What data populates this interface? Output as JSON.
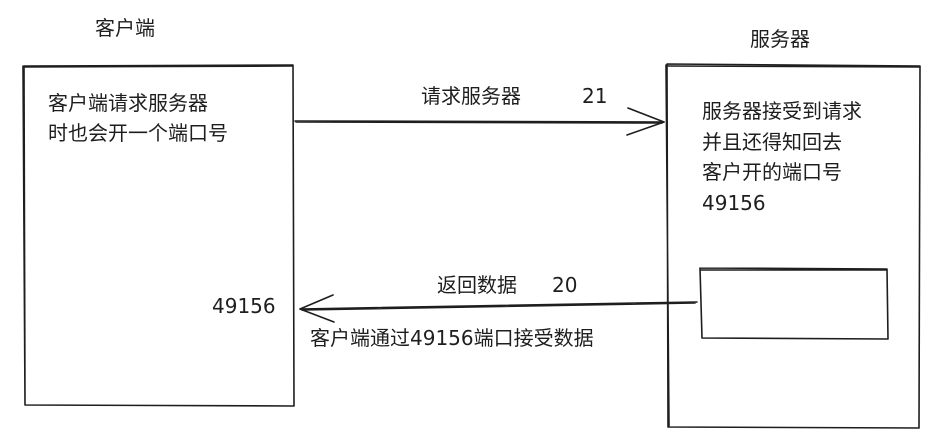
{
  "client": {
    "title": "客户端",
    "description_lines": [
      "客户端请求服务器",
      "时也会开一个端口号"
    ],
    "port_label": "49156"
  },
  "server": {
    "title": "服务器",
    "description_lines": [
      "服务器接受到请求",
      "并且还得知回去",
      "客户开的端口号",
      "49156"
    ]
  },
  "request_arrow": {
    "label": "请求服务器",
    "port": "21"
  },
  "response_arrow": {
    "label": "返回数据",
    "port": "20",
    "note": "客户端通过49156端口接受数据"
  },
  "colors": {
    "stroke": "#1e1e1e",
    "background": "#ffffff"
  }
}
